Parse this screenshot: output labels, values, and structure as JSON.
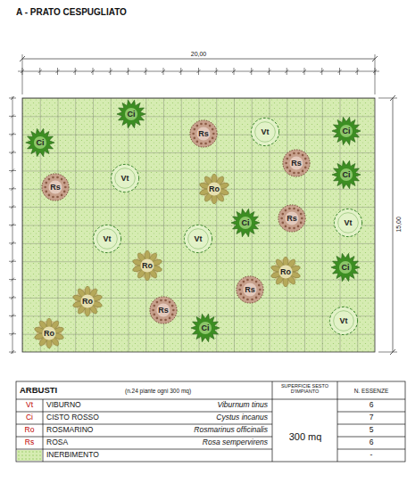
{
  "diagram": {
    "title": "A - PRATO CESPUGLIATO",
    "nodes": [
      {
        "text": [
          "Ci"
        ]
      },
      {
        "text": [
          "Rs"
        ]
      },
      {
        "text": [
          "Vt"
        ]
      },
      {
        "text": [
          "Ci"
        ]
      },
      {
        "text": [
          "Ci"
        ]
      },
      {
        "text": [
          "Rs"
        ]
      },
      {
        "text": [
          "Ci"
        ]
      },
      {
        "text": [
          "Rs"
        ]
      },
      {
        "text": [
          "Vt"
        ]
      },
      {
        "text": [
          "Ro"
        ]
      },
      {
        "text": [
          "Ci"
        ]
      },
      {
        "text": [
          "Rs"
        ]
      },
      {
        "text": [
          "Vt"
        ]
      },
      {
        "text": [
          "Vt"
        ]
      },
      {
        "text": [
          "Vt"
        ]
      },
      {
        "text": [
          "Ro"
        ]
      },
      {
        "text": [
          "Ro"
        ]
      },
      {
        "text": [
          "Ci"
        ]
      },
      {
        "text": [
          "Ro"
        ]
      },
      {
        "text": [
          "Rs"
        ]
      },
      {
        "text": [
          "Rs"
        ]
      },
      {
        "text": [
          "Ro"
        ]
      },
      {
        "text": [
          "Ci"
        ]
      },
      {
        "text": [
          "Vt"
        ]
      }
    ],
    "labels": [
      "20,00",
      "15,00",
      "ARBUSTI",
      "(n.24 piante ogni 300 mq)",
      "SUPERFICIE SESTO D'IMPIANTO",
      "N. ESSENZE",
      "Vt",
      "VIBURNO",
      "Viburnum tinus",
      "6",
      "Ci",
      "CISTO ROSSO",
      "Cystus incanus",
      "7",
      "Ro",
      "ROSMARINO",
      "Rosmarinus officinalis",
      "5",
      "Rs",
      "ROSA",
      "Rosa sempervirens",
      "6",
      "300 mq",
      "-"
    ],
    "legend": [
      {
        "text": "INERBIMENTO",
        "color": "#d6ecb2"
      }
    ]
  }
}
